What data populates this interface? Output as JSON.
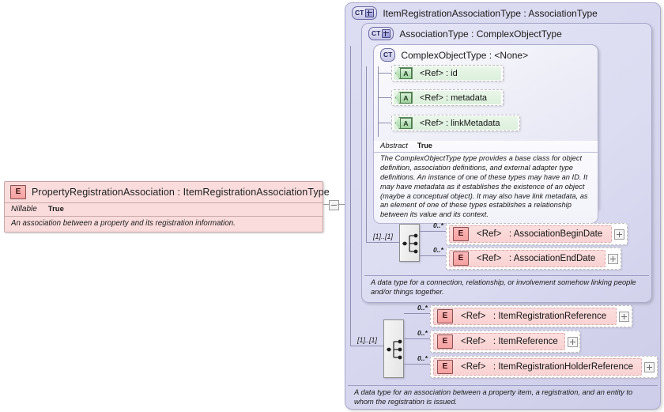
{
  "diagram": {
    "kind": "xsd-schema-element-diagram"
  },
  "root_element": {
    "icon": "element-icon",
    "name": "PropertyRegistrationAssociation",
    "separator": ":",
    "type": "ItemRegistrationAssociationType",
    "title": "PropertyRegistrationAssociation : ItemRegistrationAssociationType",
    "properties": [
      {
        "key": "Nillable",
        "value": "True"
      }
    ],
    "documentation": "An association between a property and its registration information."
  },
  "connector": {
    "toggle": "minus-toggle"
  },
  "type_levels": {
    "level1": {
      "icon": "complextype-expandable-icon",
      "icon_label": "CT",
      "name": "ItemRegistrationAssociationType",
      "separator": ":",
      "base": "AssociationType",
      "title": "ItemRegistrationAssociationType : AssociationType",
      "documentation": "A data type for an association between a property item, a registration, and an entity to whom the registration is issued."
    },
    "level2": {
      "icon": "complextype-expandable-icon",
      "icon_label": "CT",
      "name": "AssociationType",
      "separator": ":",
      "base": "ComplexObjectType",
      "title": "AssociationType : ComplexObjectType",
      "documentation": "A data type for a connection, relationship, or involvement somehow linking people and/or things together."
    },
    "level3": {
      "icon": "complextype-icon",
      "icon_label": "CT",
      "name": "ComplexObjectType",
      "separator": ":",
      "base": "<None>",
      "title": "ComplexObjectType : <None>",
      "properties": [
        {
          "key": "Abstract",
          "value": "True"
        }
      ],
      "documentation": "The ComplexObjectType type provides a base class for object definition, association definitions, and external adapter type definitions. An instance of one of these types may have an ID. It may have metadata as it establishes the existence of an object (maybe a conceptual object). It may also have link metadata, as an element of one of these types establishes a relationship between its value and its context."
    }
  },
  "attributes": [
    {
      "icon": "attribute-icon",
      "icon_label": "A",
      "ref": "<Ref>",
      "separator": ":",
      "name": "id",
      "label": "<Ref>   : id"
    },
    {
      "icon": "attribute-icon",
      "icon_label": "A",
      "ref": "<Ref>",
      "separator": ":",
      "name": "metadata",
      "label": "<Ref>   : metadata"
    },
    {
      "icon": "attribute-icon",
      "icon_label": "A",
      "ref": "<Ref>",
      "separator": ":",
      "name": "linkMetadata",
      "label": "<Ref>   : linkMetadata"
    }
  ],
  "sequences": [
    {
      "compositor": "sequence-compositor",
      "cardinality": "[1]..[1]",
      "children": [
        {
          "icon": "element-icon",
          "icon_label": "E",
          "ref": "<Ref>",
          "separator": ":",
          "name": "AssociationBeginDate",
          "occurrence": "0..*",
          "expand": "plus-toggle"
        },
        {
          "icon": "element-icon",
          "icon_label": "E",
          "ref": "<Ref>",
          "separator": ":",
          "name": "AssociationEndDate",
          "occurrence": "0..*",
          "expand": "plus-toggle"
        }
      ]
    },
    {
      "compositor": "sequence-compositor",
      "cardinality": "[1]..[1]",
      "children": [
        {
          "icon": "element-icon",
          "icon_label": "E",
          "ref": "<Ref>",
          "separator": ":",
          "name": "ItemRegistrationReference",
          "occurrence": "0..*",
          "expand": "plus-toggle"
        },
        {
          "icon": "element-icon",
          "icon_label": "E",
          "ref": "<Ref>",
          "separator": ":",
          "name": "ItemReference",
          "occurrence": "0..*",
          "expand": "plus-toggle"
        },
        {
          "icon": "element-icon",
          "icon_label": "E",
          "ref": "<Ref>",
          "separator": ":",
          "name": "ItemRegistrationHolderReference",
          "occurrence": "0..*",
          "expand": "plus-toggle"
        }
      ]
    }
  ],
  "colors": {
    "element_fill": "#fadcdc",
    "attribute_fill": "#dcf0dc",
    "type_fill": "#dcdcf2",
    "canvas": "#ffffff"
  }
}
